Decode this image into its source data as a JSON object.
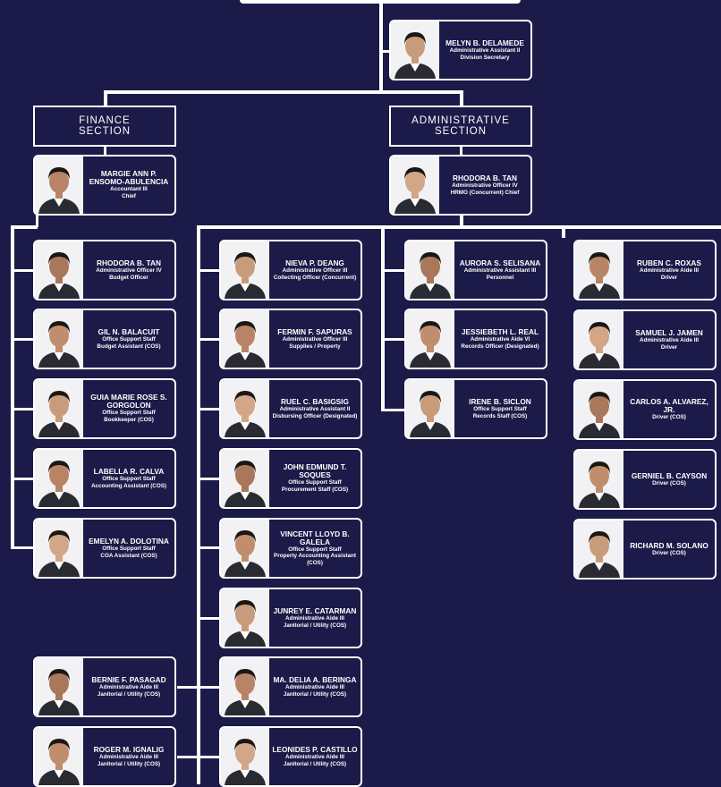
{
  "colors": {
    "background": "#1b1a48",
    "border": "#ffffff",
    "text": "#ffffff"
  },
  "sections": {
    "finance": "FINANCE SECTION",
    "administrative": "ADMINISTRATIVE SECTION"
  },
  "secretary": {
    "name": "MELYN B. DELAMEDE",
    "title": "Administrative Assistant II",
    "role": "Division Secretary"
  },
  "finance_chief": {
    "name": "MARGIE ANN P. ENSOMO-ABULENCIA",
    "title": "Accountant III",
    "role": "Chief"
  },
  "admin_chief": {
    "name": "RHODORA B. TAN",
    "title": "Administrative Officer IV",
    "role": "HRMO (Concurrent) Chief"
  },
  "finance_staff": [
    {
      "name": "RHODORA B. TAN",
      "title": "Administrative Officer IV",
      "role": "Budget Officer"
    },
    {
      "name": "GIL N. BALACUIT",
      "title": "Office Support Staff",
      "role": "Budget Assistant (COS)"
    },
    {
      "name": "GUIA MARIE ROSE S. GORGOLON",
      "title": "Office Support Staff",
      "role": "Bookkeeper (COS)"
    },
    {
      "name": "LABELLA R. CALVA",
      "title": "Office Support Staff",
      "role": "Accounting Assistant (COS)"
    },
    {
      "name": "EMELYN A. DOLOTINA",
      "title": "Office Support Staff",
      "role": "COA Assistant (COS)"
    }
  ],
  "janitorial_left": [
    {
      "name": "BERNIE F. PASAGAD",
      "title": "Administrative Aide III",
      "role": "Janitorial / Utility (COS)"
    },
    {
      "name": "ROGER M. IGNALIG",
      "title": "Administrative Aide III",
      "role": "Janitorial / Utility (COS)"
    }
  ],
  "admin_column_1": [
    {
      "name": "NIEVA P. DEANG",
      "title": "Administrative Officer III",
      "role": "Collecting Officer (Concurrent)"
    },
    {
      "name": "FERMIN F. SAPURAS",
      "title": "Administrative Officer III",
      "role": "Supplies / Property"
    },
    {
      "name": "RUEL C. BASIGSIG",
      "title": "Administrative Assistant II",
      "role": "Disbursing Officer (Designated)"
    },
    {
      "name": "JOHN EDMUND T. SOQUES",
      "title": "Office Support Staff",
      "role": "Procurement Staff (COS)"
    },
    {
      "name": "VINCENT LLOYD B. GALELA",
      "title": "Office Support Staff",
      "role": "Property Accounting Assistant (COS)"
    },
    {
      "name": "JUNREY E. CATARMAN",
      "title": "Administrative Aide III",
      "role": "Janitorial / Utility (COS)"
    },
    {
      "name": "MA. DELIA A. BERINGA",
      "title": "Administrative Aide III",
      "role": "Janitorial / Utility (COS)"
    },
    {
      "name": "LEONIDES P. CASTILLO",
      "title": "Administrative Aide III",
      "role": "Janitorial / Utility (COS)"
    }
  ],
  "admin_column_2": [
    {
      "name": "AURORA S. SELISANA",
      "title": "Administrative Assistant III",
      "role": "Personnel"
    },
    {
      "name": "JESSIEBETH L. REAL",
      "title": "Administrative Aide VI",
      "role": "Records Officer (Designated)"
    },
    {
      "name": "IRENE B. SICLON",
      "title": "Office Support Staff",
      "role": "Records Staff (COS)"
    }
  ],
  "drivers": [
    {
      "name": "RUBEN C. ROXAS",
      "title": "Administrative Aide III",
      "role": "Driver"
    },
    {
      "name": "SAMUEL J. JAMEN",
      "title": "Administrative Aide III",
      "role": "Driver"
    },
    {
      "name": "CARLOS A. ALVAREZ, JR.",
      "title": "",
      "role": "Driver (COS)"
    },
    {
      "name": "GERNIEL B. CAYSON",
      "title": "",
      "role": "Driver (COS)"
    },
    {
      "name": "RICHARD M. SOLANO",
      "title": "",
      "role": "Driver (COS)"
    }
  ]
}
